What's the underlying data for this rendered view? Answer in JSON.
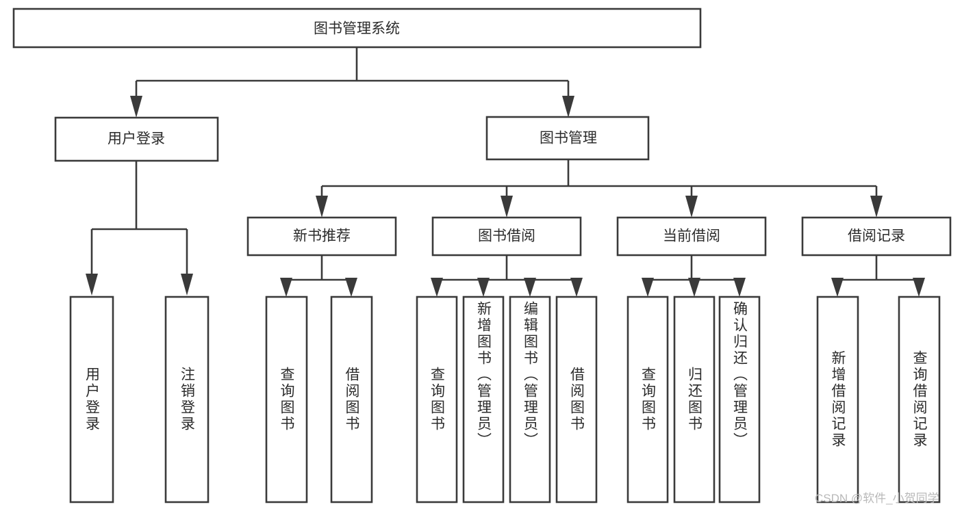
{
  "diagram": {
    "title": "图书管理系统",
    "type": "tree-hierarchy-diagram",
    "colors": {
      "box_stroke": "#3a3a3a",
      "box_fill": "#ffffff",
      "connector": "#3a3a3a",
      "text": "#2b2b2b",
      "watermark": "#b9b9b9",
      "background": "#ffffff"
    },
    "root": {
      "label": "图书管理系统"
    },
    "level2": [
      {
        "label": "用户登录"
      },
      {
        "label": "图书管理"
      }
    ],
    "level3": [
      {
        "label": "新书推荐"
      },
      {
        "label": "图书借阅"
      },
      {
        "label": "当前借阅"
      },
      {
        "label": "借阅记录"
      }
    ],
    "leaves": {
      "user_login": [
        {
          "label": "用户登录"
        },
        {
          "label": "注销登录"
        }
      ],
      "new_book_recommend": [
        {
          "label": "查询图书"
        },
        {
          "label": "借阅图书"
        }
      ],
      "book_borrow": [
        {
          "label": "查询图书"
        },
        {
          "label": "新增图书（管理员）"
        },
        {
          "label": "编辑图书（管理员）"
        },
        {
          "label": "借阅图书"
        }
      ],
      "current_borrow": [
        {
          "label": "查询图书"
        },
        {
          "label": "归还图书"
        },
        {
          "label": "确认归还（管理员）"
        }
      ],
      "borrow_records": [
        {
          "label": "新增借阅记录"
        },
        {
          "label": "查询借阅记录"
        }
      ]
    }
  },
  "watermark": {
    "text": "CSDN @软件_小贺同学"
  }
}
